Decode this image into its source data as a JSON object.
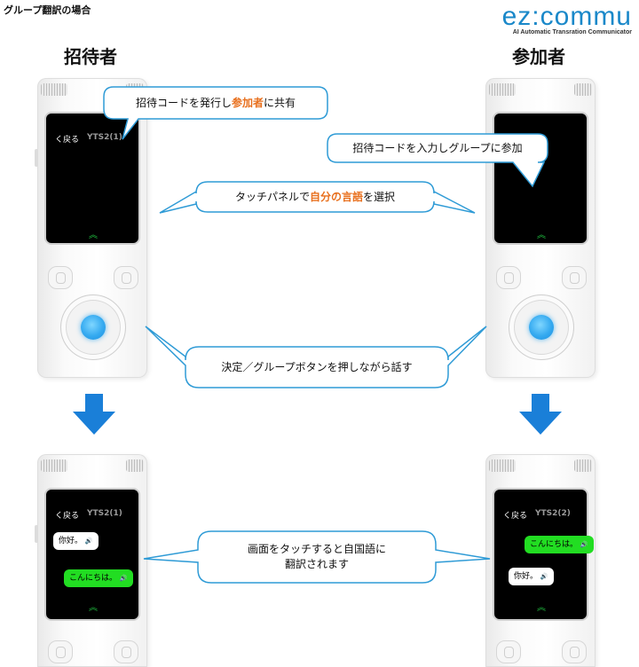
{
  "header": {
    "title": "グループ翻訳の場合",
    "logo_main": "ez:commu",
    "logo_sub": "AI Automatic Transration Communicator"
  },
  "roles": {
    "inviter": "招待者",
    "participant": "参加者"
  },
  "bubbles": {
    "share": {
      "pre": "招待コードを発行し",
      "hl": "参加者",
      "post": "に共有"
    },
    "join": "招待コードを入力しグループに参加",
    "select_lang": {
      "pre": "タッチパネルで",
      "hl1": "自分の言語",
      "mid": "を",
      "post": "選択"
    },
    "speak": "決定／グループボタンを押しながら話す",
    "translate_line1": "画面をタッチすると自国語に",
    "translate_line2": "翻訳されます"
  },
  "devices": {
    "back_label": "く戻る",
    "model_top_left": "YTS2(1)",
    "model_bottom_left": "YTS2(1)",
    "model_bottom_right": "YTS2(2)",
    "chevron": "︽"
  },
  "chat": {
    "left_msg1": "你好。",
    "left_msg2": "こんにちは。",
    "right_msg1": "こんにちは。",
    "right_msg2": "你好。",
    "sound_icon": "🔊"
  },
  "colors": {
    "accent_blue": "#1a88c9",
    "bubble_stroke": "#2f9bd6",
    "arrow_blue": "#1a7fd8",
    "highlight_orange": "#e8701e",
    "chat_green": "#22dd22"
  }
}
